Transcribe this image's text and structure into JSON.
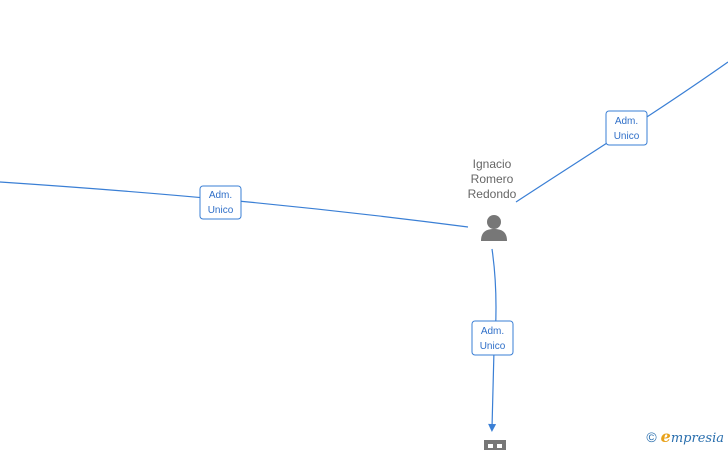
{
  "person": {
    "name_lines": [
      "Ignacio",
      "Romero",
      "Redondo"
    ],
    "icon": "person-icon"
  },
  "relations": [
    {
      "label_line1": "Adm.",
      "label_line2": "Unico"
    },
    {
      "label_line1": "Adm.",
      "label_line2": "Unico"
    },
    {
      "label_line1": "Adm.",
      "label_line2": "Unico"
    }
  ],
  "company_node": {
    "icon": "building-icon"
  },
  "colors": {
    "edge": "#3a7fd5",
    "label_text": "#2f6fc8",
    "node_icon": "#777777",
    "brand_e": "#e8a21b",
    "brand": "#2a6fae"
  },
  "watermark": {
    "symbol": "©",
    "brand_first": "e",
    "brand_rest": "mpresia"
  }
}
